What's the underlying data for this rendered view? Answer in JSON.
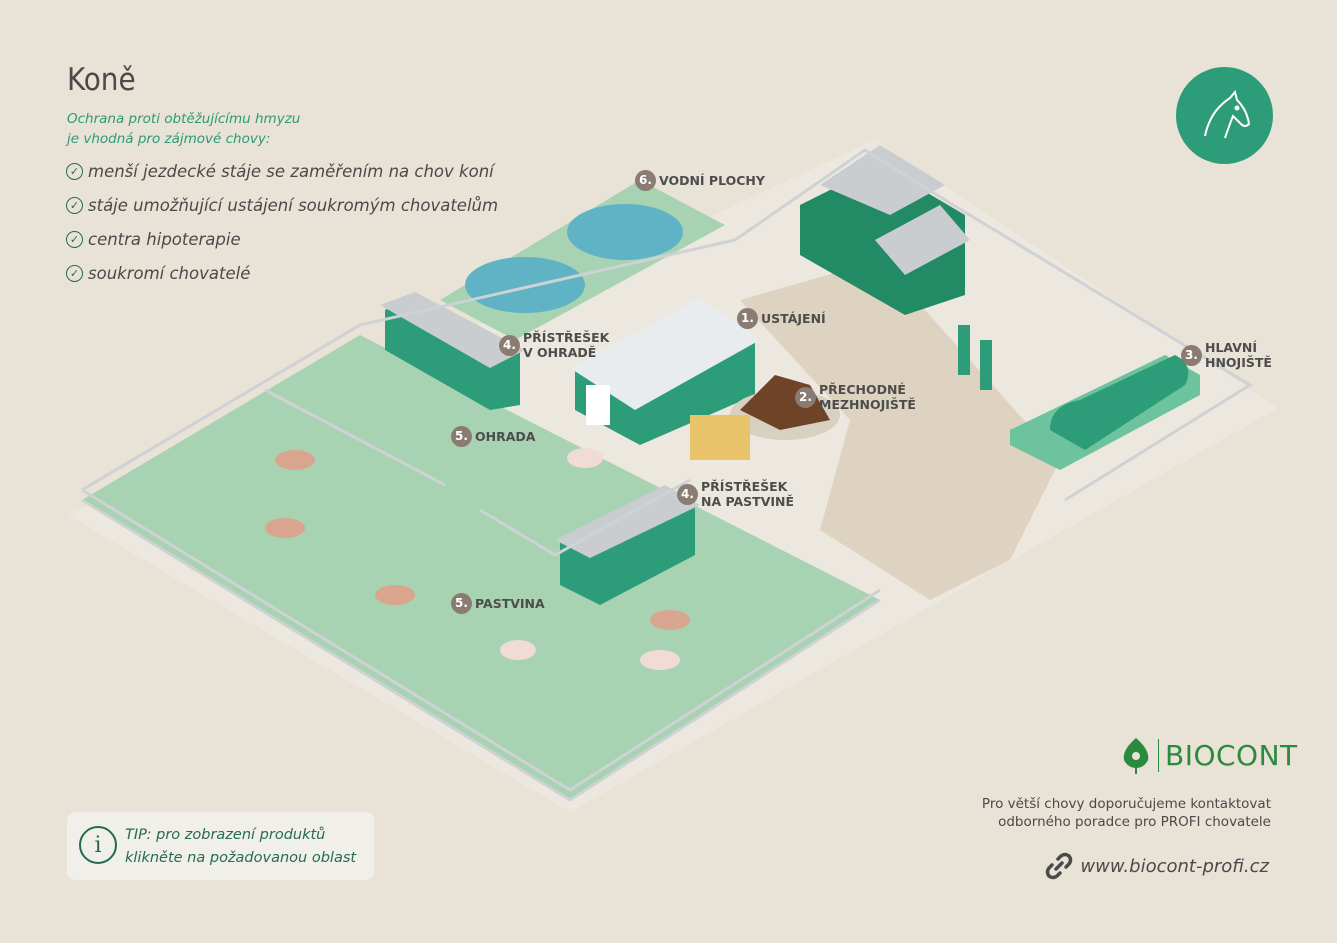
{
  "title": "Koně",
  "subtitle": [
    "Ochrana proti obtěžujícímu hmyzu",
    "je vhodná pro zájmové chovy:"
  ],
  "bullets": [
    "menší jezdecké stáje se zaměřením na chov koní",
    "stáje umožňující ustájení soukromým chovatelům",
    "centra hipoterapie",
    "soukromí chovatelé"
  ],
  "areas": [
    {
      "num": "1.",
      "label": "USTÁJENÍ"
    },
    {
      "num": "2.",
      "label": "PŘECHODNÉ",
      "label2": "MEZHNOJIŠTĚ"
    },
    {
      "num": "3.",
      "label": "HLAVNÍ",
      "label2": "HNOJIŠTĚ"
    },
    {
      "num": "4.",
      "label": "PŘÍSTŘEŠEK",
      "label2": "V OHRADĚ"
    },
    {
      "num": "4.",
      "label": "PŘÍSTŘEŠEK",
      "label2": "NA PASTVINĚ"
    },
    {
      "num": "5.",
      "label": "OHRADA"
    },
    {
      "num": "5.",
      "label": "PASTVINA"
    },
    {
      "num": "6.",
      "label": "VODNÍ PLOCHY"
    }
  ],
  "tip": [
    "TIP: pro zobrazení produktů",
    "klikněte na požadovanou oblast"
  ],
  "brand": "BIOCONT",
  "contact": [
    "Pro větší chovy doporučujeme kontaktovat",
    "odborného poradce pro PROFI chovatele"
  ],
  "website": "www.biocont-profi.cz",
  "colors": {
    "accent": "#2d9c78",
    "pasture": "#a8d3b2",
    "barn": "#238a66",
    "label_badge": "#8a7c72"
  }
}
